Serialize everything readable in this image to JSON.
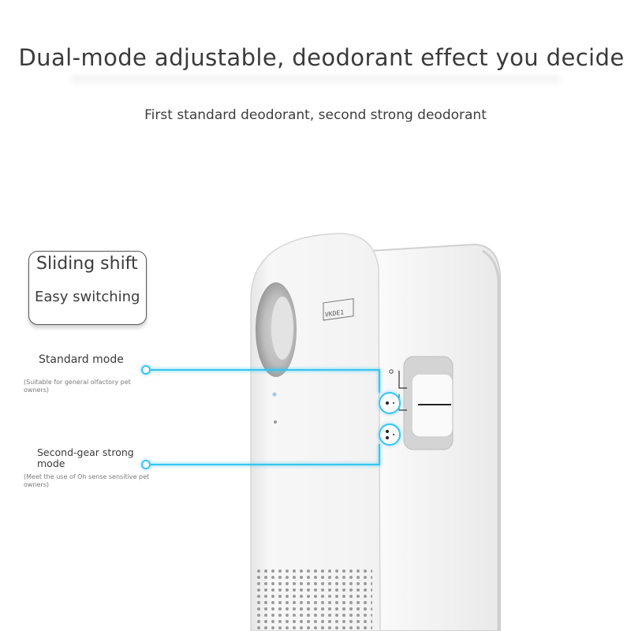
{
  "headline": "Dual-mode adjustable, deodorant effect you decide",
  "subheadline": "First standard deodorant, second strong deodorant",
  "feature_tag": {
    "line1": "Sliding shift",
    "line2": "Easy switching"
  },
  "modes": [
    {
      "title": "Standard mode",
      "note": "(Suitable for general olfactory pet owners)"
    },
    {
      "title": "Second-gear strong mode",
      "note": "(Meet the use of Oh sense sensitive pet owners)"
    }
  ],
  "device_logo": "VKDE1",
  "colors": {
    "callout_line": "#36c6f0",
    "device_body": "#f4f4f4",
    "text": "#3a3a3a"
  }
}
